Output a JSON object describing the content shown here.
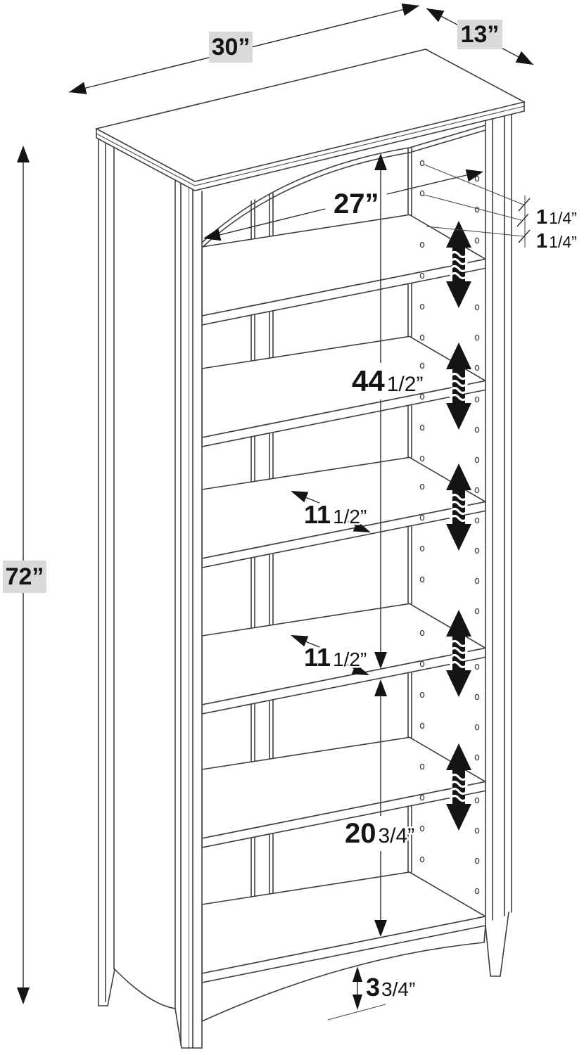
{
  "colors": {
    "line": "#3f3f3f",
    "text": "#141414",
    "label_bg": "#d9d9d9",
    "arrow": "#141414"
  },
  "labels": {
    "width": {
      "value": "30",
      "unit": "”"
    },
    "depth": {
      "value": "13",
      "unit": "”"
    },
    "height": {
      "value": "72",
      "unit": "”"
    },
    "interior_width": {
      "value": "27",
      "unit": "”"
    },
    "top_to_shelf": {
      "whole": "44",
      "fraction": "1/2",
      "unit": "”"
    },
    "shelf_depth_upper": {
      "whole": "11",
      "fraction": "1/2",
      "unit": "”"
    },
    "shelf_depth_lower": {
      "whole": "11",
      "fraction": "1/2",
      "unit": "”"
    },
    "shelf_to_bottom": {
      "whole": "20",
      "fraction": "3/4",
      "unit": "”"
    },
    "bottom_clearance": {
      "whole": "3",
      "fraction": "3/4",
      "unit": "”"
    },
    "hole_spacing_top": {
      "whole": "1",
      "fraction": "1/4",
      "unit": "”"
    },
    "hole_spacing_bottom": {
      "whole": "1",
      "fraction": "1/4",
      "unit": "”"
    }
  }
}
